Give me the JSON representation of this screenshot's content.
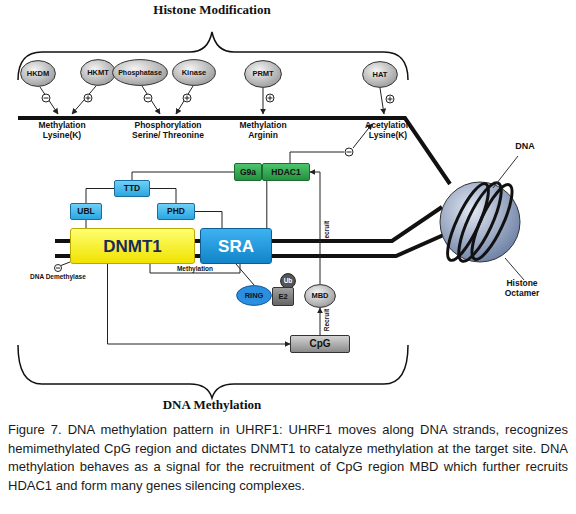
{
  "diagram": {
    "title": "Histone Modification",
    "caption": "Figure 7. DNA methylation pattern in UHRF1: UHRF1 moves along DNA strands, recognizes hemimethylated CpG region and dictates DNMT1 to catalyze methylation at the target site. DNA methylation behaves as a signal for the recruitment of CpG region MBD which further recruits HDAC1 and form many genes silencing complexes.",
    "nodes": [
      {
        "text": [
          "HKDM"
        ]
      },
      {
        "text": [
          "HKMT"
        ]
      },
      {
        "text": [
          "Phosphatase"
        ]
      },
      {
        "text": [
          "Kinase"
        ]
      },
      {
        "text": [
          "PRMT"
        ]
      },
      {
        "text": [
          "HAT"
        ]
      },
      {
        "text": [
          "G9a"
        ]
      },
      {
        "text": [
          "HDAC1"
        ]
      },
      {
        "text": [
          "TTD"
        ]
      },
      {
        "text": [
          "UBL"
        ]
      },
      {
        "text": [
          "PHD"
        ]
      },
      {
        "text": [
          "DNMT1"
        ]
      },
      {
        "text": [
          "SRA"
        ]
      },
      {
        "text": [
          "Ub"
        ]
      },
      {
        "text": [
          "RING"
        ]
      },
      {
        "text": [
          "E2"
        ]
      },
      {
        "text": [
          "MBD"
        ]
      },
      {
        "text": [
          "CpG"
        ]
      }
    ],
    "edges": [
      {
        "from": 11,
        "to": 9,
        "arrow": "none"
      },
      {
        "from": 9,
        "to": 8,
        "arrow": "none"
      },
      {
        "from": 8,
        "to": 10,
        "arrow": "none"
      },
      {
        "from": 8,
        "to": 6,
        "arrow": "none"
      },
      {
        "from": 10,
        "to": 12,
        "arrow": "none"
      },
      {
        "from": 7,
        "to": 12,
        "arrow": "none"
      },
      {
        "from": 11,
        "to": 12,
        "label": "Methylation",
        "arrow": "none"
      },
      {
        "from": 12,
        "to": 14,
        "arrow": "none"
      },
      {
        "from": 16,
        "to": 7,
        "label": "Recruit",
        "arrow": "to"
      },
      {
        "from": 17,
        "to": 16,
        "label": "Recruit",
        "arrow": "to"
      },
      {
        "from": 11,
        "to": 17,
        "arrow": "to"
      }
    ],
    "labels": [
      "Methylation Lysine(K)",
      "Phosphorylation Serine/ Threonine",
      "Methylation Arginin",
      "Acetylation Lysine(K)",
      "DNA",
      "Histone Octamer",
      "DNA Demethylase",
      "DNA Methylation"
    ]
  }
}
